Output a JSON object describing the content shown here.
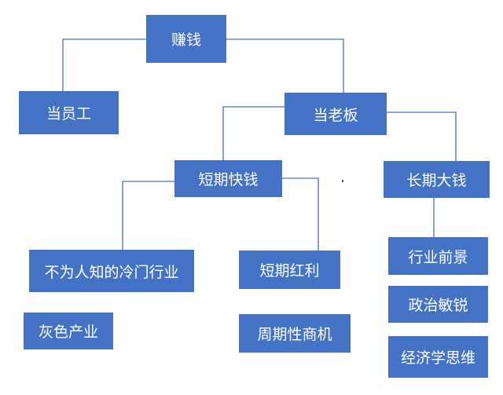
{
  "nodes": {
    "root": "赚钱",
    "employee": "当员工",
    "boss": "当老板",
    "short_term": "短期快钱",
    "long_term": "长期大钱",
    "niche": "不为人知的冷门行业",
    "grey": "灰色产业",
    "dividend": "短期红利",
    "cycle": "周期性商机",
    "industry": "行业前景",
    "politics": "政治敏锐",
    "economics": "经济学思维"
  },
  "colors": {
    "node_fill": "#4472c4",
    "node_text": "#ffffff",
    "connector": "#4472c4"
  }
}
